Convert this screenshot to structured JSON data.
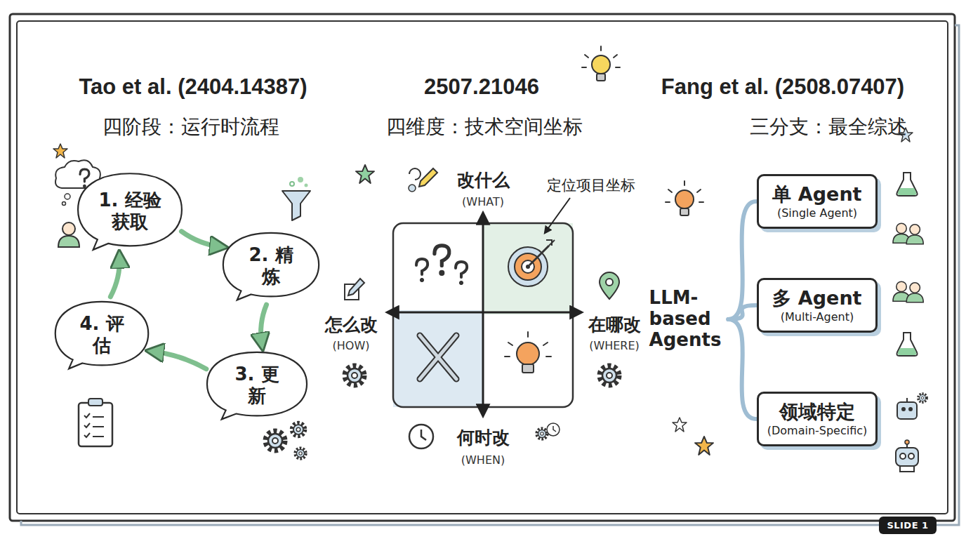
{
  "diagram": {
    "nodes": [
      {
        "text": [
          "1. 经验 获取"
        ]
      },
      {
        "text": [
          "2. 精炼"
        ]
      },
      {
        "text": [
          "3. 更新"
        ]
      },
      {
        "text": [
          "4. 评估"
        ]
      },
      {
        "text": [
          "LLM- based Agents"
        ]
      },
      {
        "text": [
          "单 Agent",
          "(Single Agent)"
        ]
      },
      {
        "text": [
          "多 Agent",
          "(Multi-Agent)"
        ]
      },
      {
        "text": [
          "领域特定",
          "(Domain-Specific)"
        ]
      },
      {
        "text": [
          "SLIDE 1"
        ]
      }
    ],
    "edges": [
      {
        "from": 0,
        "to": 1,
        "arrow": "to"
      },
      {
        "from": 1,
        "to": 2,
        "arrow": "to"
      },
      {
        "from": 2,
        "to": 3,
        "arrow": "to"
      },
      {
        "from": 3,
        "to": 0,
        "arrow": "to"
      },
      {
        "from": 4,
        "to": 5,
        "arrow": "none"
      },
      {
        "from": 4,
        "to": 6,
        "arrow": "none"
      },
      {
        "from": 4,
        "to": 7,
        "arrow": "none"
      }
    ],
    "labels": [
      "Tao et al. (2404.14387)",
      "四阶段：运行时流程",
      "2507.21046",
      "四维度：技术空间坐标",
      "Fang et al. (2508.07407)",
      "三分支：最全综述",
      "改什么",
      "(WHAT)",
      "怎么改",
      "(HOW)",
      "在哪改",
      "(WHERE)",
      "何时改",
      "(WHEN)",
      "定位项目坐标"
    ]
  }
}
